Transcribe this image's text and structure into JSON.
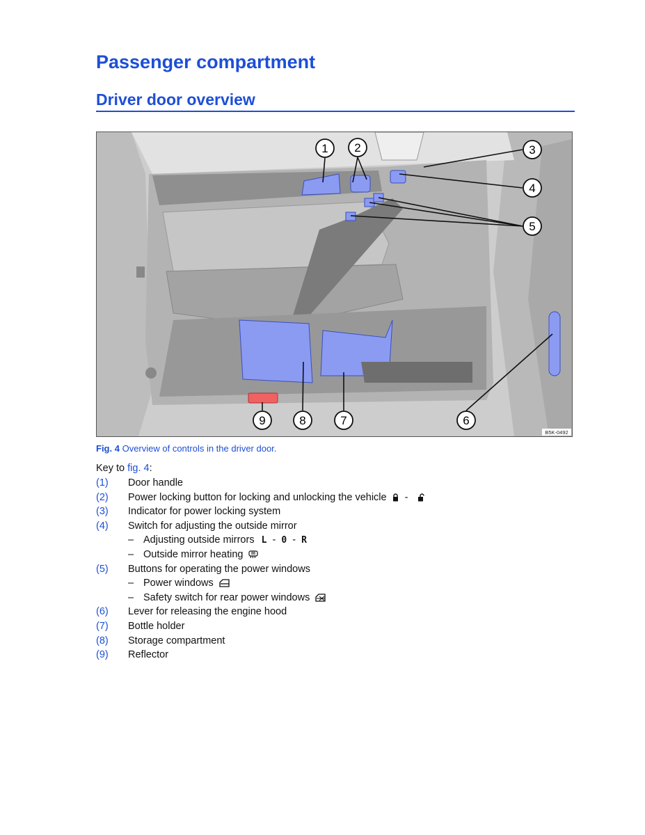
{
  "header": {
    "title": "Passenger compartment",
    "subtitle": "Driver door overview"
  },
  "figure": {
    "code": "B5K-0492",
    "callouts": [
      "1",
      "2",
      "3",
      "4",
      "5",
      "6",
      "7",
      "8",
      "9"
    ]
  },
  "caption": {
    "label": "Fig. 4",
    "text": "Overview of controls in the driver door."
  },
  "key": {
    "intro": "Key to",
    "link": "fig. 4",
    "colon": ":",
    "items": [
      {
        "num": "(1)",
        "text": "Door handle"
      },
      {
        "num": "(2)",
        "text": "Power locking button for locking and unlocking the vehicle",
        "icons": [
          "lock-closed-icon",
          "lock-open-icon"
        ]
      },
      {
        "num": "(3)",
        "text": "Indicator for power locking system"
      },
      {
        "num": "(4)",
        "text": "Switch for adjusting the outside mirror"
      },
      {
        "num": "(5)",
        "text": "Buttons for operating the power windows"
      },
      {
        "num": "(6)",
        "text": "Lever for releasing the engine hood"
      },
      {
        "num": "(7)",
        "text": "Bottle holder"
      },
      {
        "num": "(8)",
        "text": "Storage compartment"
      },
      {
        "num": "(9)",
        "text": "Reflector"
      }
    ],
    "sub4": [
      {
        "dash": "–",
        "text": "Adjusting outside mirrors",
        "symbols": [
          "L",
          "-",
          "0",
          "-",
          "R"
        ]
      },
      {
        "dash": "–",
        "text": "Outside mirror heating",
        "icon": "mirror-heating-icon"
      }
    ],
    "sub5": [
      {
        "dash": "–",
        "text": "Power windows",
        "icon": "power-window-icon"
      },
      {
        "dash": "–",
        "text": "Safety switch for rear power windows",
        "icon": "window-safety-icon"
      }
    ],
    "sep": "-"
  },
  "colors": {
    "heading": "#1d4fd6",
    "highlight": "#8b9bf2"
  }
}
